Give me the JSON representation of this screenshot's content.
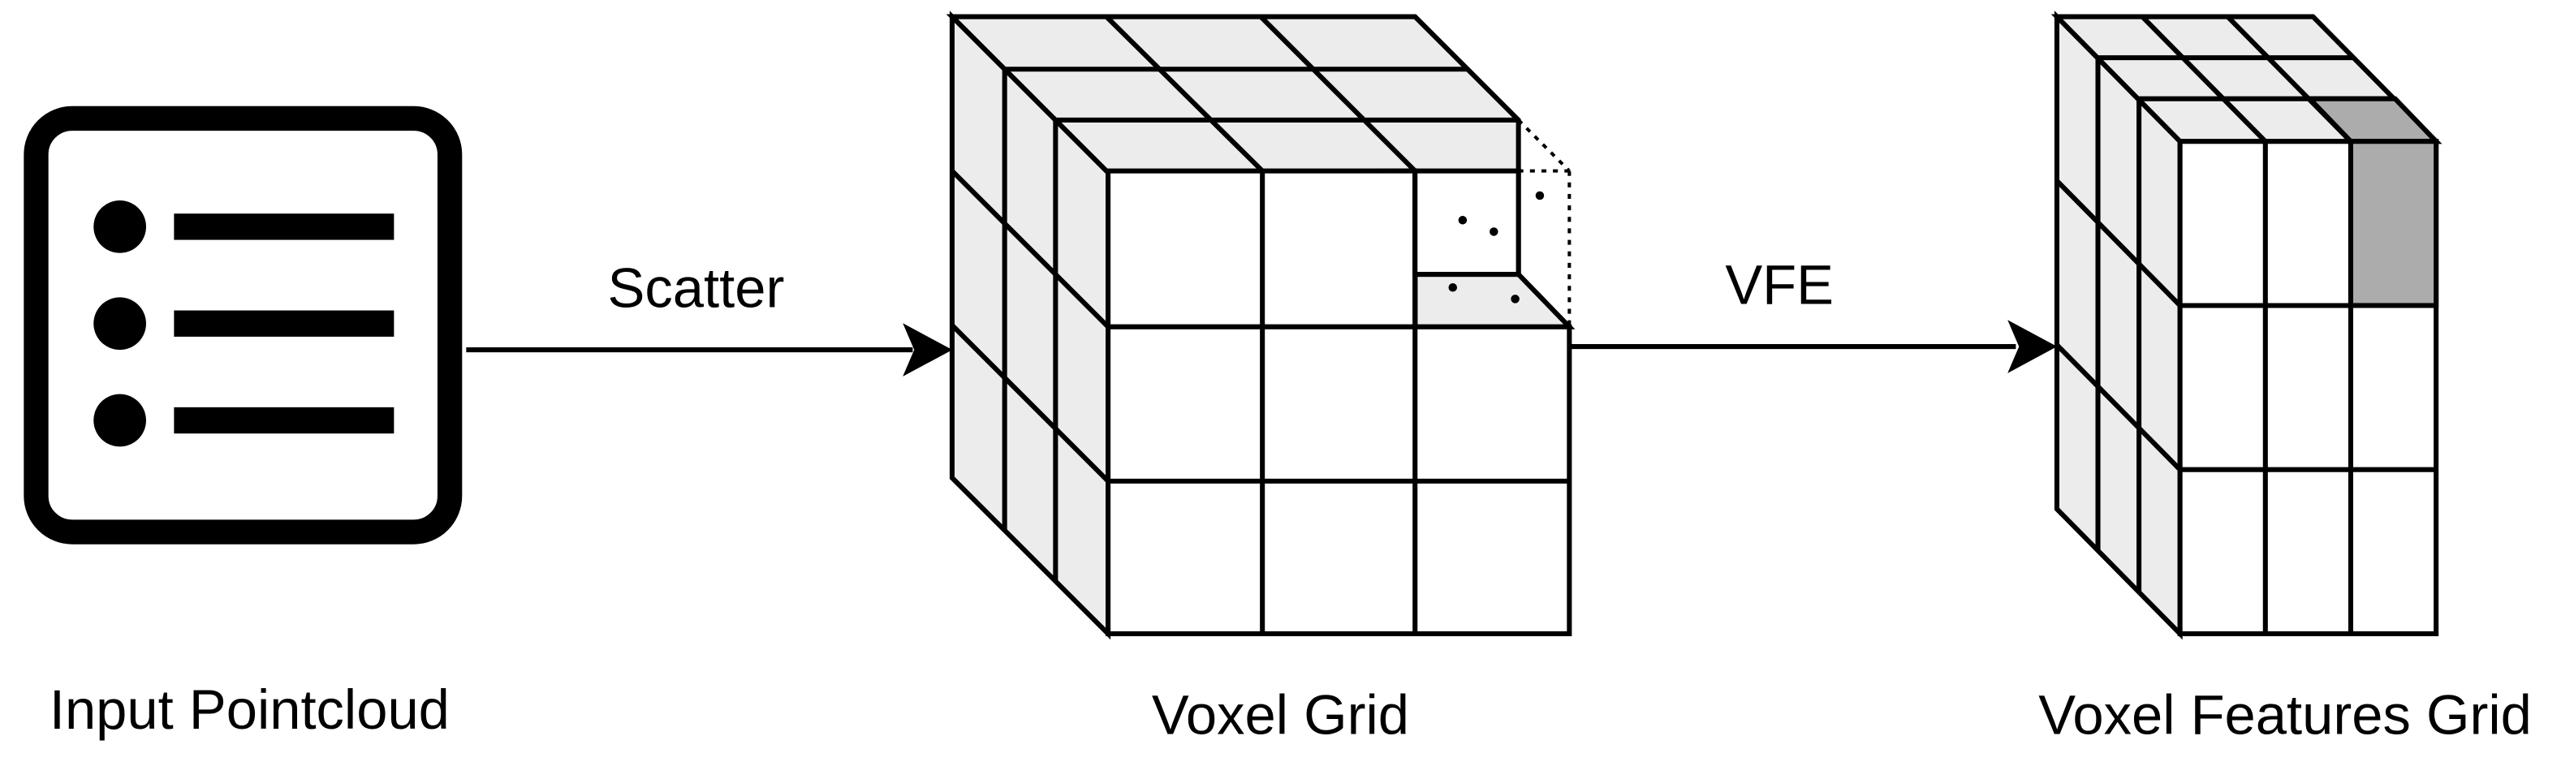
{
  "labels": {
    "input_pointcloud": "Input Pointcloud",
    "voxel_grid": "Voxel Grid",
    "voxel_features_grid": "Voxel Features Grid",
    "scatter": "Scatter",
    "vfe": "VFE"
  },
  "icons": {
    "input": "list-icon"
  },
  "colors": {
    "stroke": "#000000",
    "face_light": "#ececec",
    "face_white": "#ffffff",
    "feature_cell": "#acacac"
  }
}
